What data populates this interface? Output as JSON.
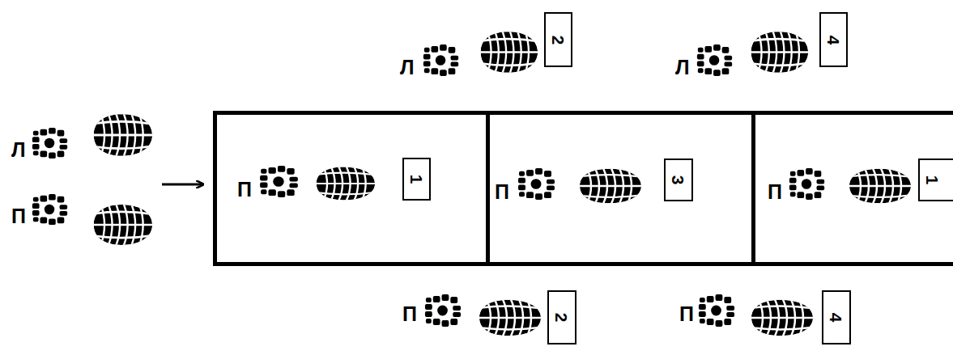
{
  "diagram": {
    "nodes": [
      {
        "text": [
          "2"
        ]
      },
      {
        "text": [
          "4"
        ]
      },
      {
        "text": [
          "П"
        ]
      },
      {
        "text": [
          "1"
        ],
        "in": 2
      },
      {
        "text": [
          "П"
        ]
      },
      {
        "text": [
          "3"
        ],
        "in": 4
      },
      {
        "text": [
          "П"
        ]
      },
      {
        "text": [
          "1"
        ],
        "in": 6
      },
      {
        "text": [
          "2"
        ]
      },
      {
        "text": [
          "4"
        ]
      }
    ],
    "labels": [
      "Л",
      "Л",
      "Л",
      "П",
      "П",
      "П"
    ]
  }
}
